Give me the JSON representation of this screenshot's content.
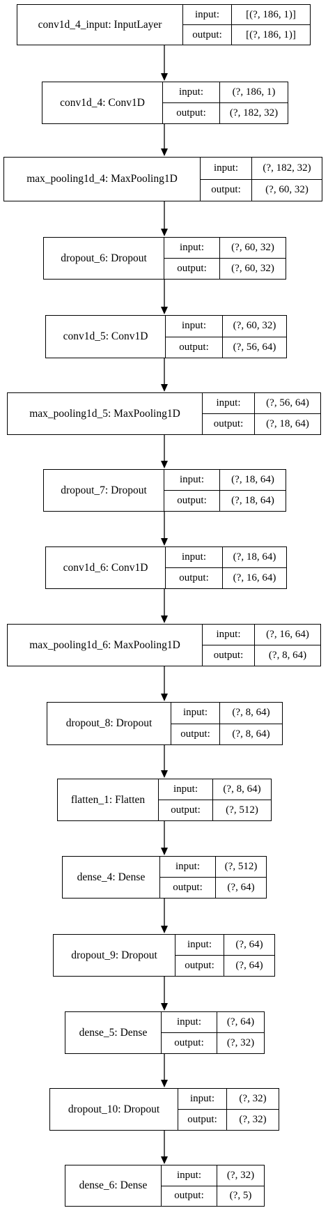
{
  "colors": {
    "line": "#000000",
    "background": "#ffffff"
  },
  "layers": [
    {
      "name": "conv1d_4_input: InputLayer",
      "input_label": "input:",
      "output_label": "output:",
      "input": "[(?, 186, 1)]",
      "output": "[(?, 186, 1)]"
    },
    {
      "name": "conv1d_4: Conv1D",
      "input_label": "input:",
      "output_label": "output:",
      "input": "(?, 186, 1)",
      "output": "(?, 182, 32)"
    },
    {
      "name": "max_pooling1d_4: MaxPooling1D",
      "input_label": "input:",
      "output_label": "output:",
      "input": "(?, 182, 32)",
      "output": "(?, 60, 32)"
    },
    {
      "name": "dropout_6: Dropout",
      "input_label": "input:",
      "output_label": "output:",
      "input": "(?, 60, 32)",
      "output": "(?, 60, 32)"
    },
    {
      "name": "conv1d_5: Conv1D",
      "input_label": "input:",
      "output_label": "output:",
      "input": "(?, 60, 32)",
      "output": "(?, 56, 64)"
    },
    {
      "name": "max_pooling1d_5: MaxPooling1D",
      "input_label": "input:",
      "output_label": "output:",
      "input": "(?, 56, 64)",
      "output": "(?, 18, 64)"
    },
    {
      "name": "dropout_7: Dropout",
      "input_label": "input:",
      "output_label": "output:",
      "input": "(?, 18, 64)",
      "output": "(?, 18, 64)"
    },
    {
      "name": "conv1d_6: Conv1D",
      "input_label": "input:",
      "output_label": "output:",
      "input": "(?, 18, 64)",
      "output": "(?, 16, 64)"
    },
    {
      "name": "max_pooling1d_6: MaxPooling1D",
      "input_label": "input:",
      "output_label": "output:",
      "input": "(?, 16, 64)",
      "output": "(?, 8, 64)"
    },
    {
      "name": "dropout_8: Dropout",
      "input_label": "input:",
      "output_label": "output:",
      "input": "(?, 8, 64)",
      "output": "(?, 8, 64)"
    },
    {
      "name": "flatten_1: Flatten",
      "input_label": "input:",
      "output_label": "output:",
      "input": "(?, 8, 64)",
      "output": "(?, 512)"
    },
    {
      "name": "dense_4: Dense",
      "input_label": "input:",
      "output_label": "output:",
      "input": "(?, 512)",
      "output": "(?, 64)"
    },
    {
      "name": "dropout_9: Dropout",
      "input_label": "input:",
      "output_label": "output:",
      "input": "(?, 64)",
      "output": "(?, 64)"
    },
    {
      "name": "dense_5: Dense",
      "input_label": "input:",
      "output_label": "output:",
      "input": "(?, 64)",
      "output": "(?, 32)"
    },
    {
      "name": "dropout_10: Dropout",
      "input_label": "input:",
      "output_label": "output:",
      "input": "(?, 32)",
      "output": "(?, 32)"
    },
    {
      "name": "dense_6: Dense",
      "input_label": "input:",
      "output_label": "output:",
      "input": "(?, 32)",
      "output": "(?, 5)"
    }
  ]
}
